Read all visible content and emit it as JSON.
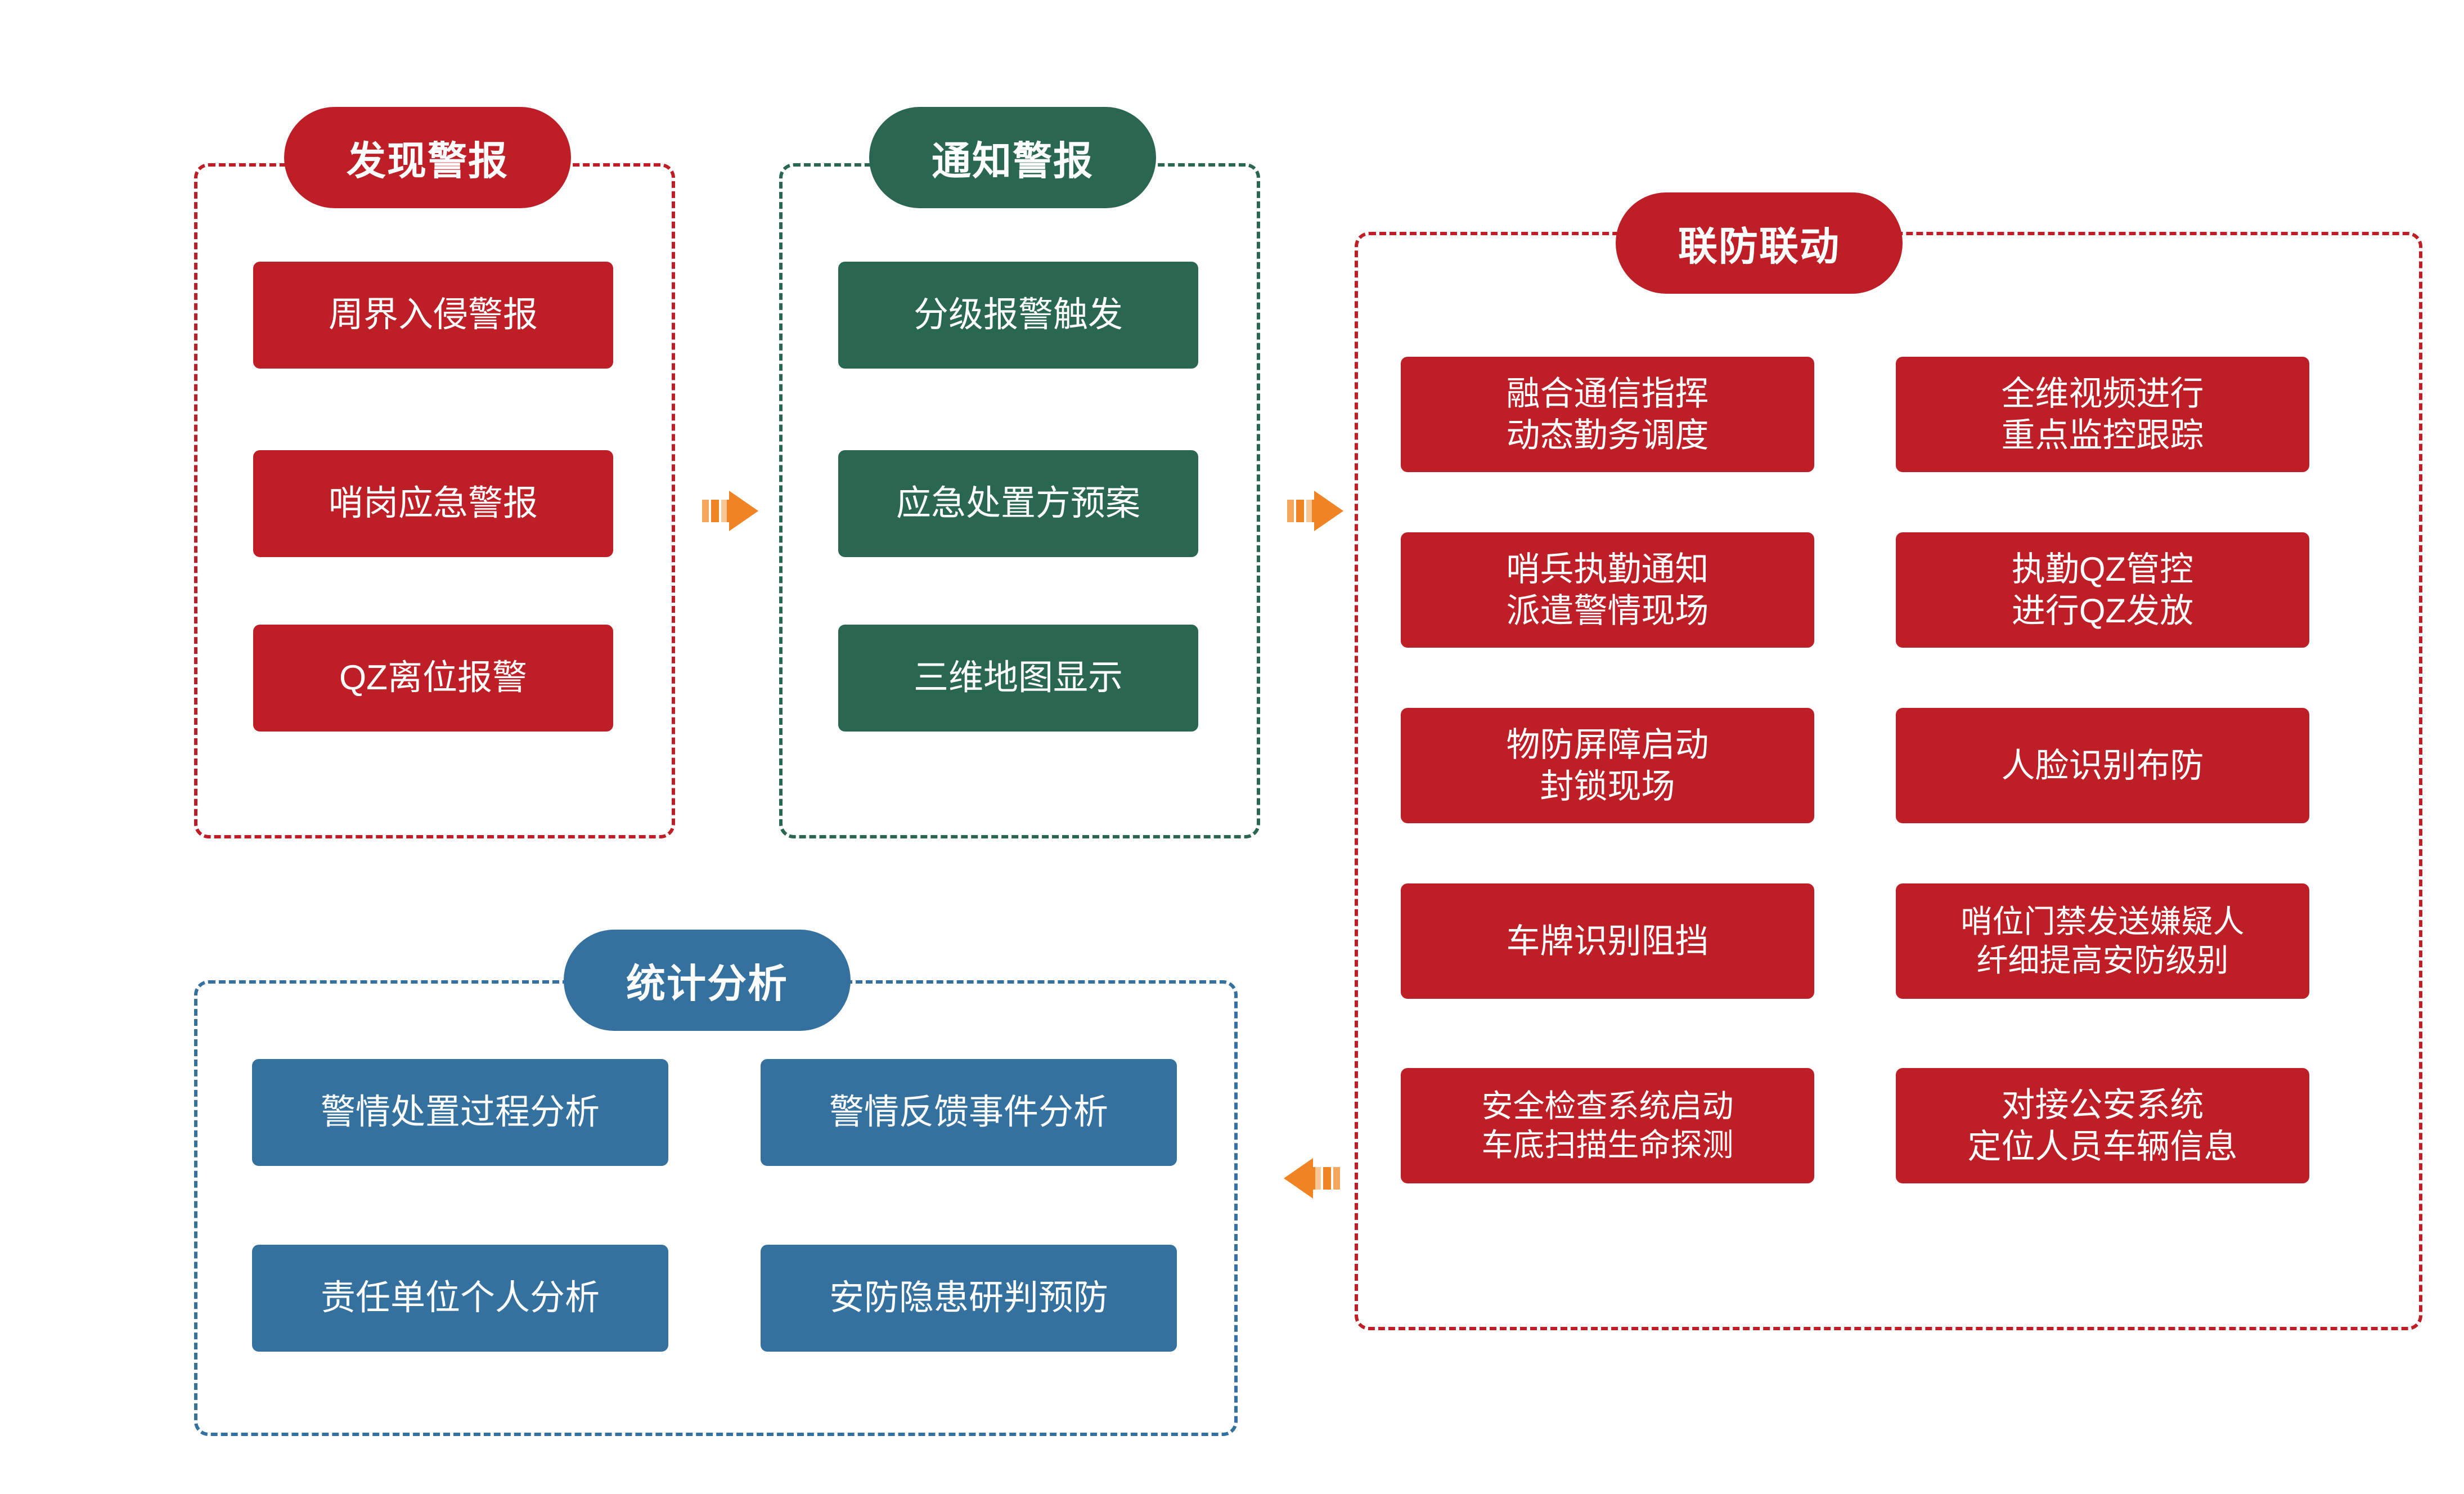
{
  "diagram": {
    "title_colors": {
      "red": "#BE1E26",
      "green": "#2A6750",
      "blue": "#35719F",
      "arrow_orange": "#F08425",
      "background": "#FFFFFF",
      "text_on_box": "#FFFFFF"
    },
    "panels": [
      {
        "id": "discover-alarm",
        "header": "发现警报",
        "accent": "red",
        "items": [
          "周界入侵警报",
          "哨岗应急警报",
          "QZ离位报警"
        ]
      },
      {
        "id": "notify-alarm",
        "header": "通知警报",
        "accent": "green",
        "items": [
          "分级报警触发",
          "应急处置方预案",
          "三维地图显示"
        ]
      },
      {
        "id": "joint-defense",
        "header": "联防联动",
        "accent": "red",
        "items_left": [
          "融合通信指挥\n动态勤务调度",
          "哨兵执勤通知\n派遣警情现场",
          "物防屏障启动\n封锁现场",
          "车牌识别阻挡",
          "安全检查系统启动\n车底扫描生命探测"
        ],
        "items_right": [
          "全维视频进行\n重点监控跟踪",
          "执勤QZ管控\n进行QZ发放",
          "人脸识别布防",
          "哨位门禁发送嫌疑人\n纤细提高安防级别",
          "对接公安系统\n定位人员车辆信息"
        ]
      },
      {
        "id": "statistic-analysis",
        "header": "统计分析",
        "accent": "blue",
        "items_left": [
          "警情处置过程分析",
          "责任单位个人分析"
        ],
        "items_right": [
          "警情反馈事件分析",
          "安防隐患研判预防"
        ]
      }
    ],
    "arrows": [
      {
        "id": "arrow-discover-to-notify",
        "direction": "right"
      },
      {
        "id": "arrow-notify-to-joint",
        "direction": "right"
      },
      {
        "id": "arrow-joint-to-statistic",
        "direction": "left"
      }
    ]
  }
}
